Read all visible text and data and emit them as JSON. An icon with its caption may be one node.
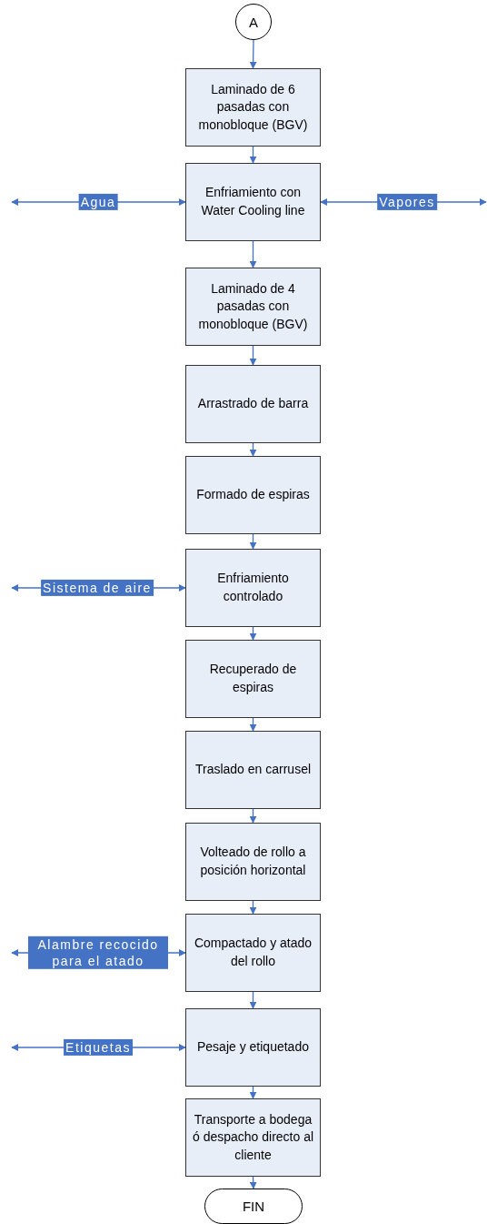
{
  "diagram": {
    "nodes": [
      {
        "text": [
          "A"
        ]
      },
      {
        "text": [
          "Laminado de 6 pasadas con monobloque (BGV)"
        ]
      },
      {
        "text": [
          "Enfriamiento con Water Cooling line"
        ]
      },
      {
        "text": [
          "Laminado de 4 pasadas con monobloque (BGV)"
        ]
      },
      {
        "text": [
          "Arrastrado de barra"
        ]
      },
      {
        "text": [
          "Formado de espiras"
        ]
      },
      {
        "text": [
          "Enfriamiento controlado"
        ]
      },
      {
        "text": [
          "Recuperado de espiras"
        ]
      },
      {
        "text": [
          "Traslado en carrusel"
        ]
      },
      {
        "text": [
          "Volteado de rollo a posición horizontal"
        ]
      },
      {
        "text": [
          "Compactado y atado del rollo"
        ]
      },
      {
        "text": [
          "Pesaje y etiquetado"
        ]
      },
      {
        "text": [
          "Transporte a bodega ó despacho directo al cliente"
        ]
      },
      {
        "text": [
          "FIN"
        ]
      }
    ],
    "edges": [
      {
        "from": 0,
        "to": 1,
        "arrow": "to"
      },
      {
        "from": 1,
        "to": 2,
        "arrow": "to"
      },
      {
        "from": 2,
        "to": 3,
        "arrow": "to"
      },
      {
        "from": 3,
        "to": 4,
        "arrow": "to"
      },
      {
        "from": 4,
        "to": 5,
        "arrow": "to"
      },
      {
        "from": 5,
        "to": 6,
        "arrow": "to"
      },
      {
        "from": 6,
        "to": 7,
        "arrow": "to"
      },
      {
        "from": 7,
        "to": 8,
        "arrow": "to"
      },
      {
        "from": 8,
        "to": 9,
        "arrow": "to"
      },
      {
        "from": 9,
        "to": 10,
        "arrow": "to"
      },
      {
        "from": 10,
        "to": 11,
        "arrow": "to"
      },
      {
        "from": 11,
        "to": 12,
        "arrow": "to"
      },
      {
        "from": 12,
        "to": 13,
        "arrow": "to"
      },
      {
        "from": null,
        "to": 2,
        "arrow": "both",
        "label": "Agua"
      },
      {
        "from": null,
        "to": 2,
        "arrow": "both",
        "label": "Vapores"
      },
      {
        "from": null,
        "to": 6,
        "arrow": "both",
        "label": "Sistema de aire"
      },
      {
        "from": null,
        "to": 10,
        "arrow": "both",
        "label": "Alambre recocido para el atado"
      },
      {
        "from": null,
        "to": 11,
        "arrow": "both",
        "label": "Etiquetas"
      }
    ]
  }
}
